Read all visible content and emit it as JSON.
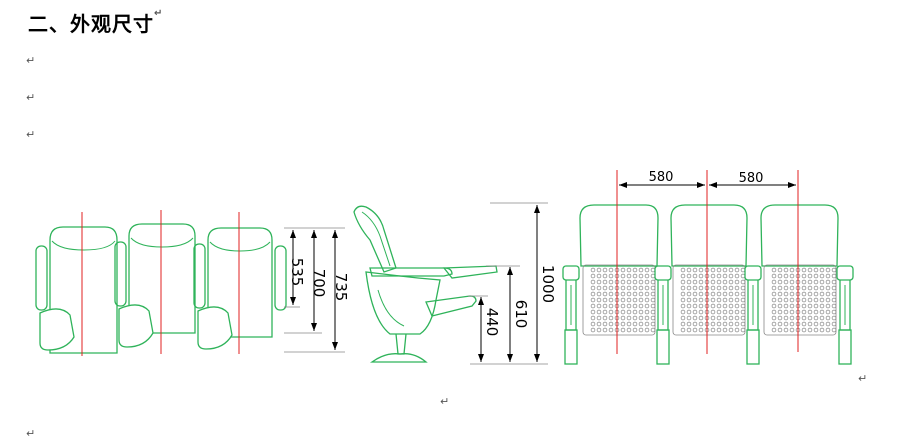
{
  "document": {
    "heading": "二、外观尺寸",
    "paragraph_mark": "↵"
  },
  "dimensions": {
    "front_row_heights": [
      "535",
      "700",
      "735"
    ],
    "side_heights": [
      "1000",
      "610",
      "440"
    ],
    "seat_spacing": [
      "580",
      "580"
    ]
  },
  "colors": {
    "outline": "#2fb35a",
    "centerline": "#e02020",
    "dimension": "#000000"
  }
}
